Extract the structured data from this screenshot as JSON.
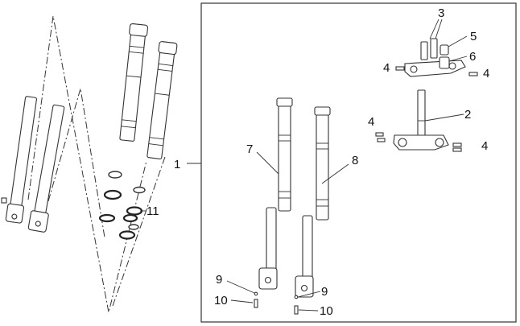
{
  "labels": {
    "frame": "1",
    "handlebar_clamp": "3",
    "stem_tube": "2",
    "cap_right": "5",
    "cap_left": "6",
    "bolt_top_left": "4",
    "bolt_top_right": "4",
    "bolt_lower_left": "4",
    "bolt_lower_right": "4",
    "left_fork_leg": "7",
    "right_fork_leg": "8",
    "washer_left": "9",
    "bolt_left": "10",
    "washer_right": "9",
    "bolt_right": "10",
    "seal_kit": "11"
  }
}
